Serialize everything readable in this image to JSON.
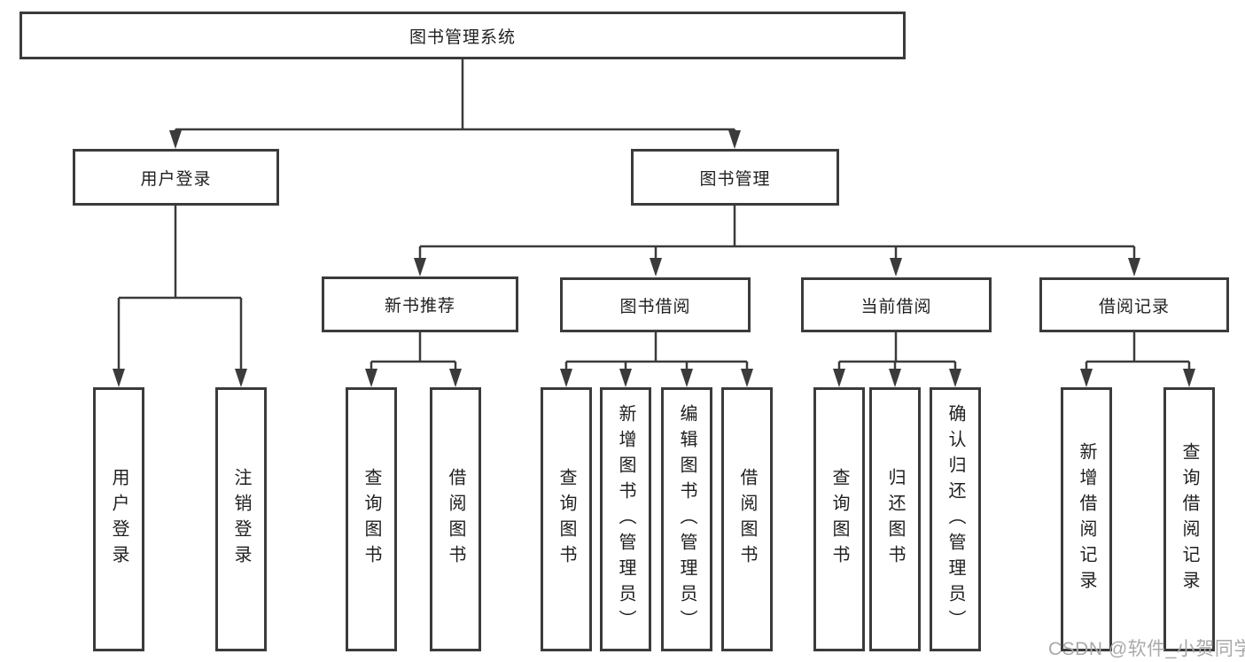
{
  "diagram": {
    "root": "图书管理系统",
    "branches": [
      {
        "label": "用户登录",
        "leaves": [
          "用户登录",
          "注销登录"
        ]
      },
      {
        "label": "图书管理",
        "groups": [
          {
            "label": "新书推荐",
            "leaves": [
              "查询图书",
              "借阅图书"
            ]
          },
          {
            "label": "图书借阅",
            "leaves": [
              "查询图书",
              "新增图书（管理员）",
              "编辑图书（管理员）",
              "借阅图书"
            ]
          },
          {
            "label": "当前借阅",
            "leaves": [
              "查询图书",
              "归还图书",
              "确认归还（管理员）"
            ]
          },
          {
            "label": "借阅记录",
            "leaves": [
              "新增借阅记录",
              "查询借阅记录"
            ]
          }
        ]
      }
    ]
  },
  "watermark": "CSDN @软件_小贺同学",
  "colors": {
    "line": "#3b3b3b",
    "text": "#1f1f1f",
    "watermark": "#a9a9a9",
    "background": "#ffffff"
  }
}
